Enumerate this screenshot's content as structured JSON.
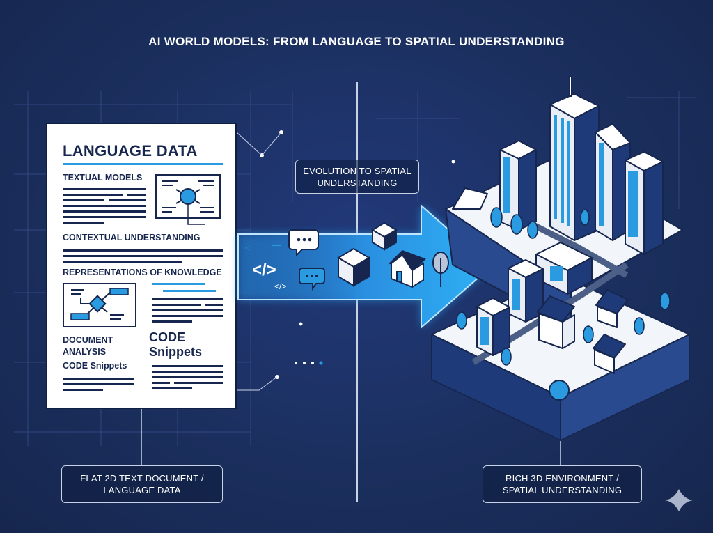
{
  "title": "AI WORLD MODELS: FROM LANGUAGE TO SPATIAL UNDERSTANDING",
  "document": {
    "heading": "LANGUAGE DATA",
    "sections": [
      "TEXTUAL MODELS",
      "CONTEXTUAL UNDERSTANDING",
      "REPRESENTATIONS OF KNOWLEDGE"
    ],
    "doc_analysis": [
      "DOCUMENT",
      "ANALYSIS"
    ],
    "code_small": "CODE Snippets",
    "code_big": [
      "CODE",
      "Snippets"
    ]
  },
  "center_label": [
    "EVOLUTION TO SPATIAL",
    "UNDERSTANDING"
  ],
  "arrow_icons": {
    "code_large": "</>",
    "code_small": "</>",
    "bracket": "<"
  },
  "left_label": [
    "FLAT 2D TEXT DOCUMENT /",
    "LANGUAGE DATA"
  ],
  "right_label": [
    "RICH 3D ENVIRONMENT /",
    "SPATIAL UNDERSTANDING"
  ],
  "colors": {
    "background": "#1b2f5e",
    "accent": "#2a9be0",
    "navy": "#16264e"
  }
}
